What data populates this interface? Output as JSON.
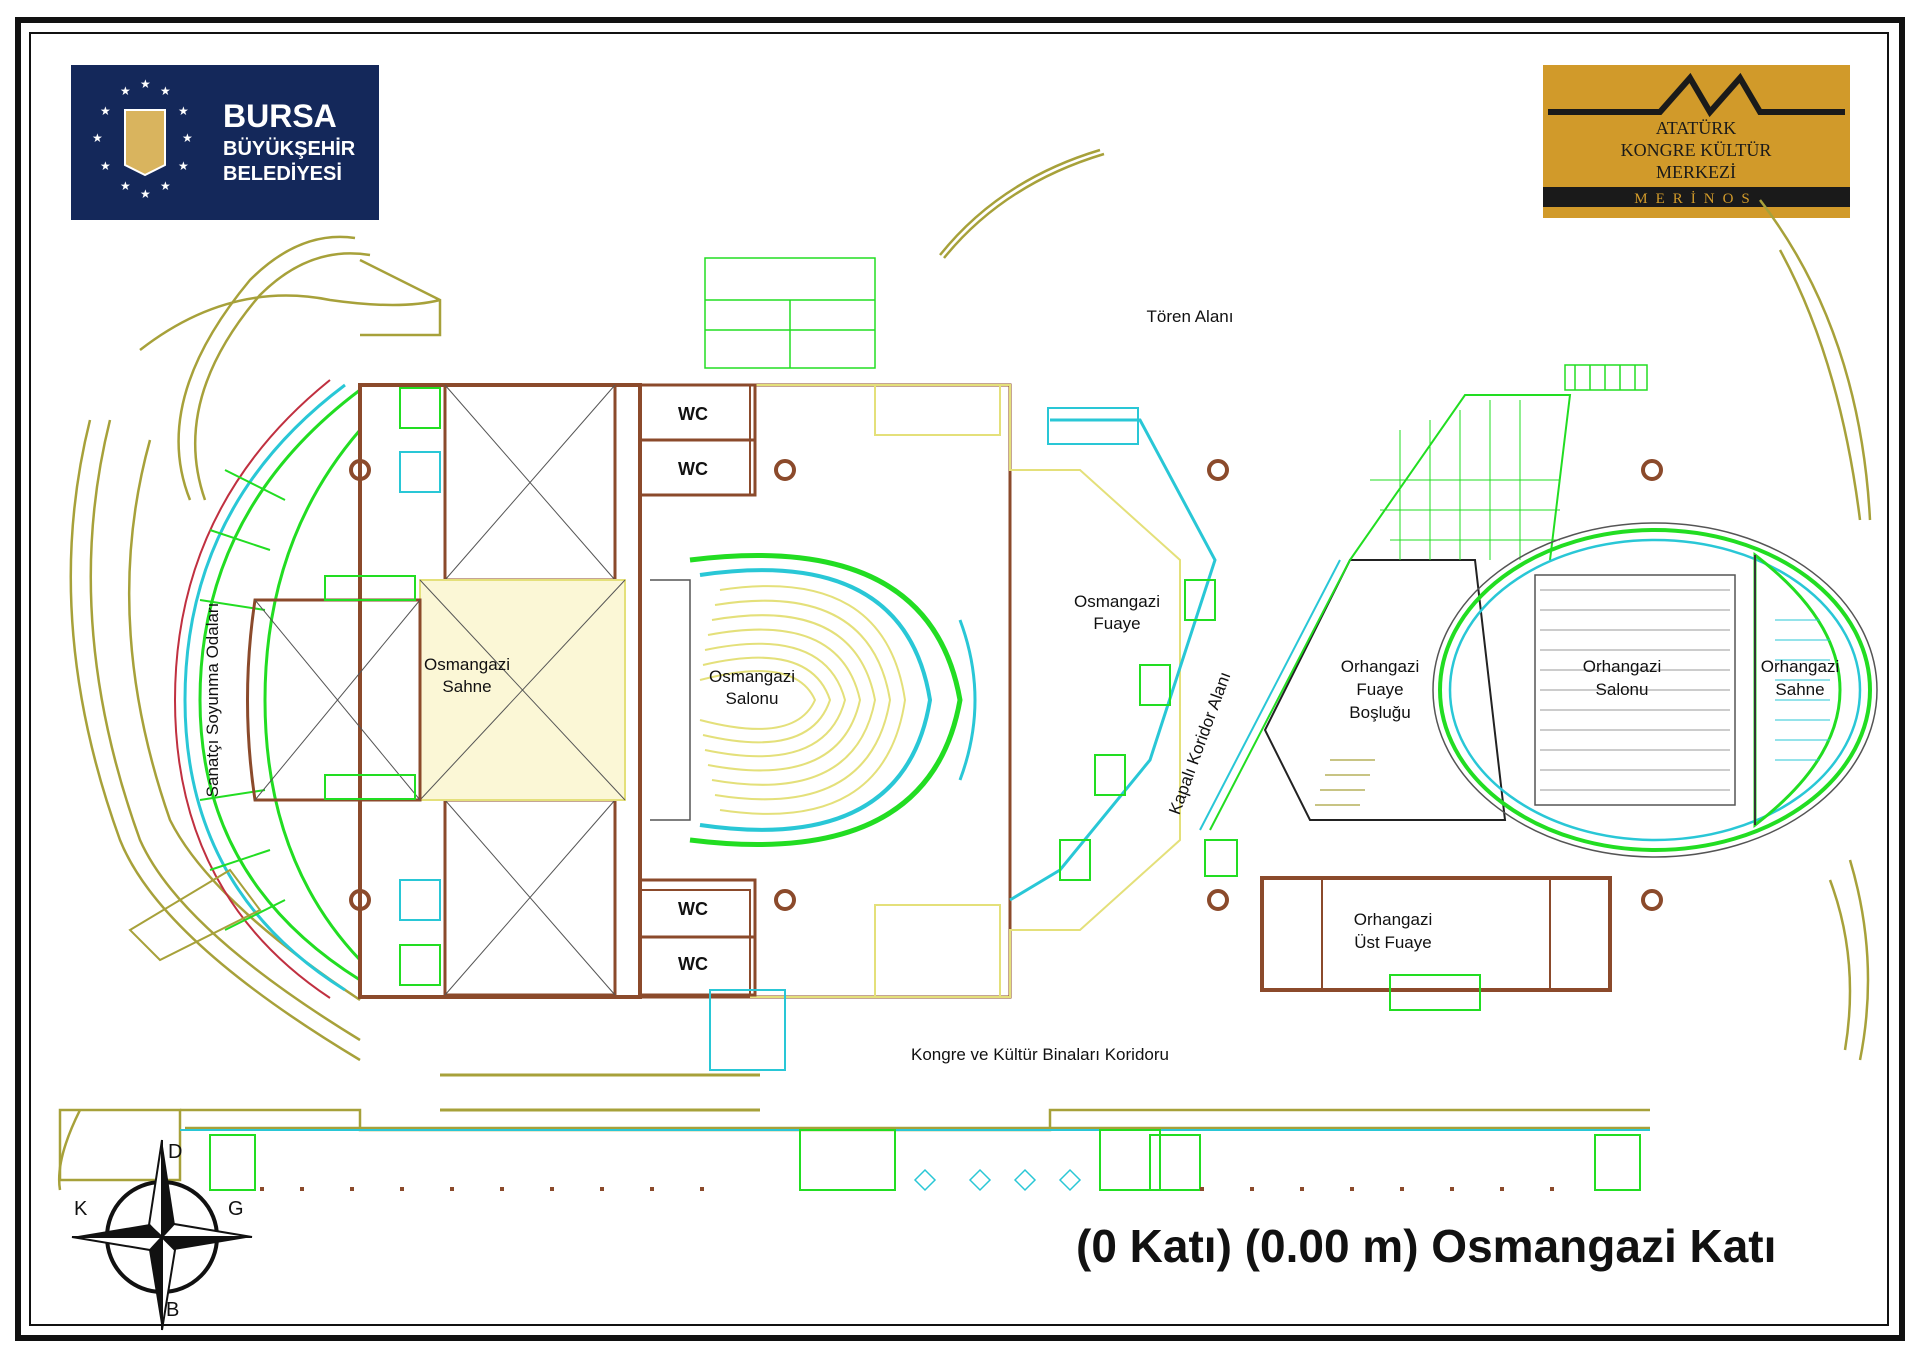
{
  "logos": {
    "bursa": {
      "line1": "BURSA",
      "line2": "BÜYÜKŞEHİR",
      "line3": "BELEDİYESİ",
      "bg_color": "#14285a"
    },
    "akm": {
      "line1": "ATATÜRK",
      "line2": "KONGRE KÜLTÜR",
      "line3": "MERKEZİ",
      "line4": "MERİNOS",
      "bg_color": "#d19a2a"
    }
  },
  "areas": {
    "toren": "Tören Alanı",
    "sanatci": "Sanatçı Soyunma Odaları",
    "osm_sahne_1": "Osmangazi",
    "osm_sahne_2": "Sahne",
    "osm_salon_1": "Osmangazi",
    "osm_salon_2": "Salonu",
    "osm_fuaye_1": "Osmangazi",
    "osm_fuaye_2": "Fuaye",
    "kapali": "Kapalı Koridor Alanı",
    "orh_bos_1": "Orhangazi",
    "orh_bos_2": "Fuaye",
    "orh_bos_3": "Boşluğu",
    "orh_salon_1": "Orhangazi",
    "orh_salon_2": "Salonu",
    "orh_sahne_1": "Orhangazi",
    "orh_sahne_2": "Sahne",
    "orh_ust_1": "Orhangazi",
    "orh_ust_2": "Üst Fuaye",
    "koridor": "Kongre ve Kültür Binaları Koridoru",
    "wc": "WC"
  },
  "title": "(0 Katı)  (0.00 m)  Osmangazi Katı",
  "compass": {
    "n": "D",
    "s": "B",
    "w": "K",
    "e": "G"
  },
  "colors": {
    "frame": "#111111",
    "green": "#22dd22",
    "olive": "#a7a13a",
    "brown": "#8b4a2b",
    "cyan": "#29c7d6",
    "yellow": "#e4e07a"
  }
}
